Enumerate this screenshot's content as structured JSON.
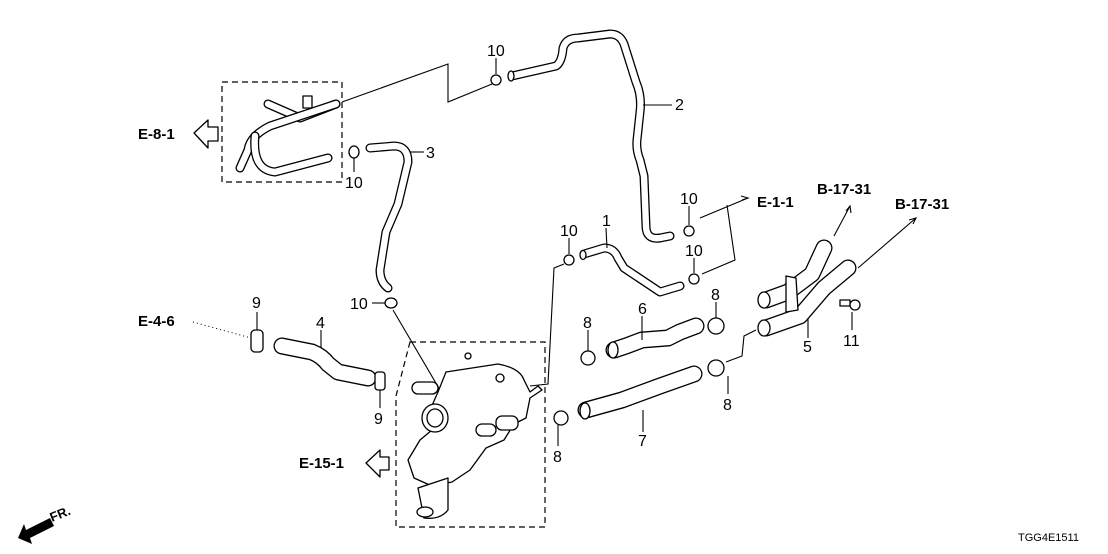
{
  "diagram": {
    "code": "TGG4E1511",
    "front_indicator": "FR.",
    "references": {
      "e_8_1": "E-8-1",
      "e_1_1": "E-1-1",
      "b_17_31_a": "B-17-31",
      "b_17_31_b": "B-17-31",
      "e_4_6": "E-4-6",
      "e_15_1": "E-15-1"
    },
    "callouts": {
      "c1": "1",
      "c2": "2",
      "c3": "3",
      "c4": "4",
      "c5": "5",
      "c6": "6",
      "c7": "7",
      "c8a": "8",
      "c8b": "8",
      "c8c": "8",
      "c8d": "8",
      "c9a": "9",
      "c9b": "9",
      "c10a": "10",
      "c10b": "10",
      "c10c": "10",
      "c10d": "10",
      "c10e": "10",
      "c10f": "10",
      "c11": "11"
    }
  }
}
